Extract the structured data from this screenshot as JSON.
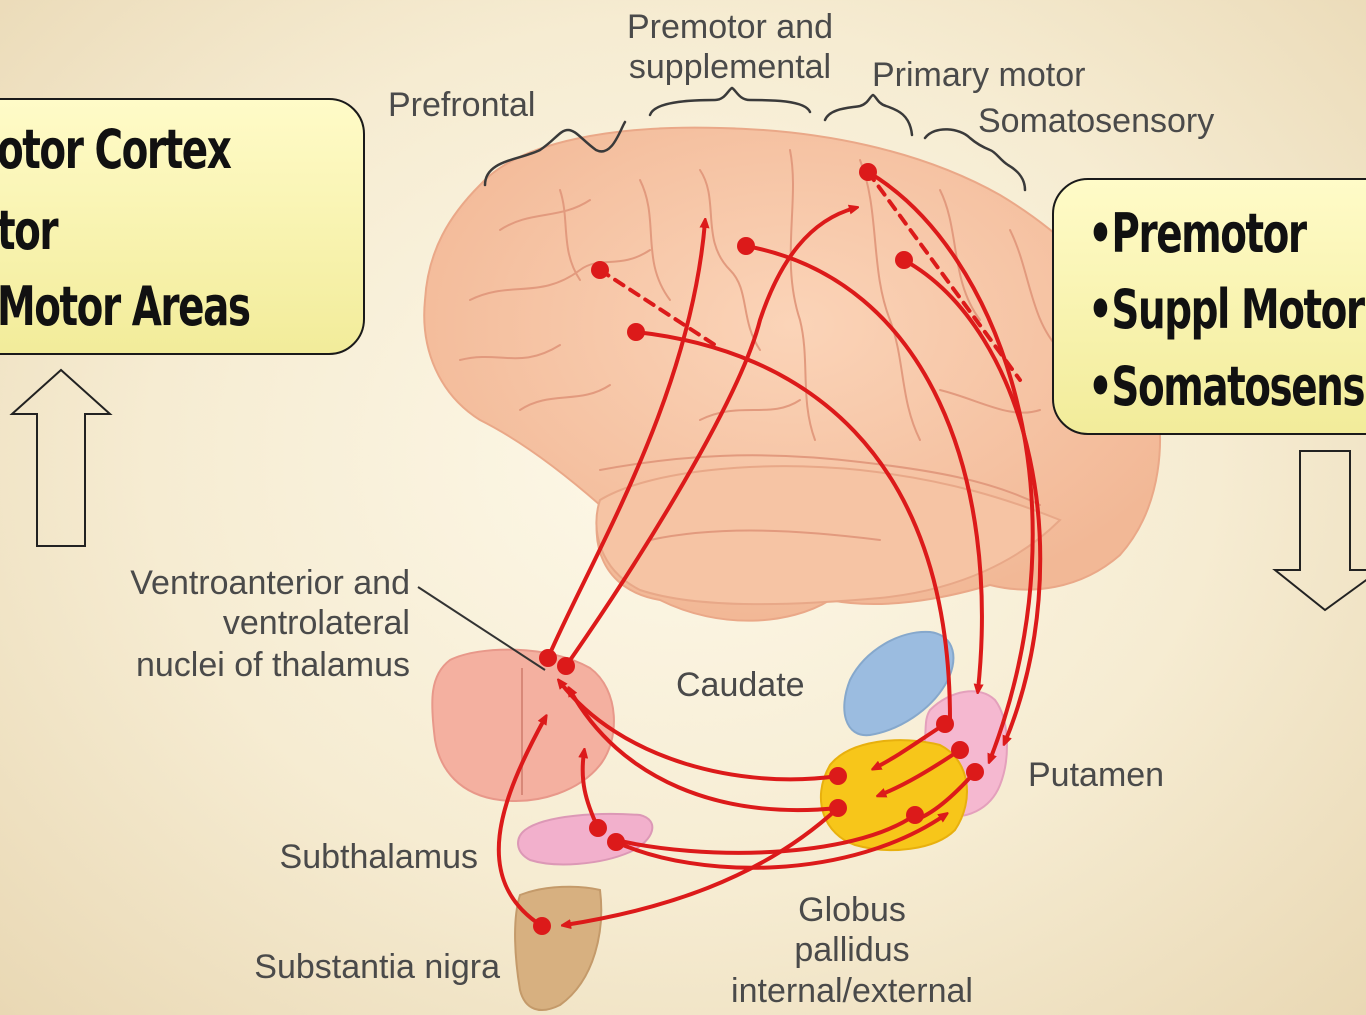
{
  "labels": {
    "premotor_supplemental_1": "Premotor and",
    "premotor_supplemental_2": "supplemental",
    "prefrontal": "Prefrontal",
    "primary_motor": "Primary motor",
    "somatosensory": "Somatosensory",
    "thalamus_1": "Ventroanterior and",
    "thalamus_2": "ventrolateral",
    "thalamus_3": "nuclei of thalamus",
    "caudate": "Caudate",
    "putamen": "Putamen",
    "subthalamus": "Subthalamus",
    "substantia_nigra": "Substantia nigra",
    "globus_1": "Globus",
    "globus_2": "pallidus",
    "globus_3": "internal/external"
  },
  "left_box": {
    "lines": [
      "otor Cortex",
      "tor",
      "Motor Areas"
    ]
  },
  "right_box": {
    "lines": [
      "•Premotor",
      "•Suppl Motor",
      "•Somatosens"
    ]
  },
  "colors": {
    "pathway": "#dc1a1a",
    "brain": "#f7c8a8",
    "brain_outline": "#e8a888",
    "caudate": "#9bbce0",
    "putamen": "#f5b8d0",
    "globus_pallidus": "#f7c61a",
    "thalamus": "#f2a890",
    "subthalamus": "#f2b0cc",
    "substantia_nigra": "#d7b080",
    "box_fill": "#f7f1a8"
  }
}
